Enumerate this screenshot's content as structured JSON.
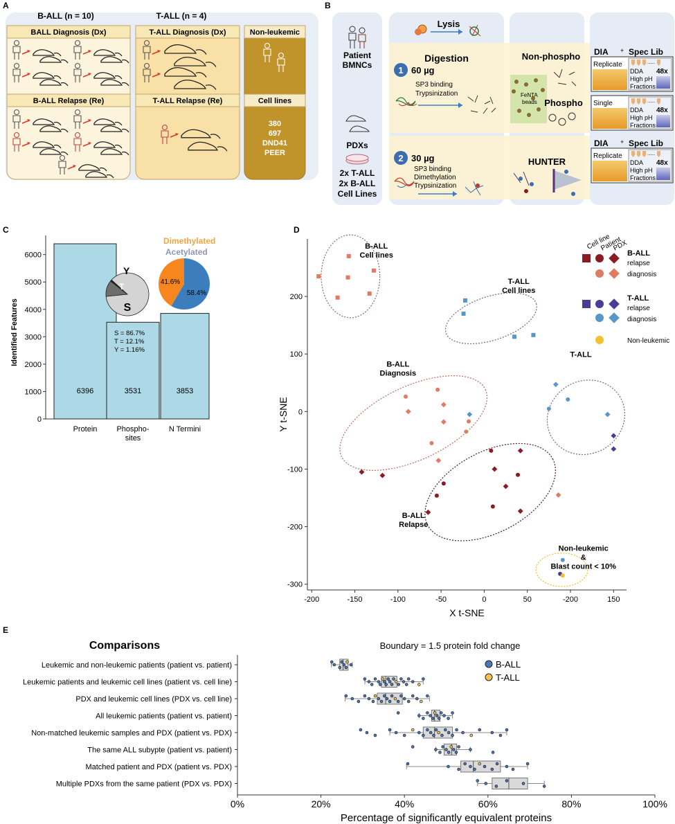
{
  "panelA": {
    "letter": "A",
    "ball_header": "B-ALL (n = 10)",
    "tall_header": "T-ALL (n = 4)",
    "ball_dx": "BALL Diagnosis (Dx)",
    "ball_re": "B-ALL Relapse (Re)",
    "tall_dx": "T-ALL Diagnosis (Dx)",
    "tall_re": "T-ALL Relapse (Re)",
    "nonleuk": "Non-leukemic",
    "celllines": "Cell lines",
    "lines": [
      "380",
      "697",
      "DND41",
      "PEER"
    ]
  },
  "panelB": {
    "letter": "B",
    "lysis": "Lysis",
    "patient1": "Patient",
    "patient2": "BMNCs",
    "pdxs": "PDXs",
    "cl1": "2x T-ALL",
    "cl2": "2x B-ALL",
    "cl3": "Cell Lines",
    "digestion": "Digestion",
    "step1_num": "1",
    "step1_amt": "60 µg",
    "step1_a": "SP3 binding",
    "step1_b": "Trypsinization",
    "step2_num": "2",
    "step2_amt": "30 µg",
    "step2_a": "SP3 binding",
    "step2_b": "Dimethylation",
    "step2_c": "Trypsinization",
    "nonphospho": "Non-phospho",
    "fenta1": "FeNTA",
    "fenta2": "beads",
    "phospho": "Phospho",
    "hunter": "HUNTER",
    "dia": "DIA",
    "plus": "+",
    "speclib": "Spec Lib",
    "replicate": "Replicate",
    "single": "Single",
    "dda": "DDA",
    "highph": "High pH",
    "fractions": "Fractions",
    "x48": "48x",
    "dots": "....."
  },
  "panelC": {
    "letter": "C",
    "ylabel": "Identified Features",
    "yticks": [
      "0",
      "1000",
      "2000",
      "3000",
      "4000",
      "5000",
      "6000"
    ],
    "dimethylated": "Dimethylated",
    "acetylated": "Acetylated",
    "pie1": {
      "S": "S",
      "T": "T",
      "Y": "Y",
      "pS": 86.7,
      "pT": 12.1,
      "pY": 1.16,
      "legend": [
        "S = 86.7%",
        "T = 12.1%",
        "Y = 1.16%"
      ]
    },
    "pie2": {
      "dimethyl": 41.6,
      "acetyl": 58.4,
      "lab_d": "41.6%",
      "lab_a": "58.4%"
    },
    "colors": {
      "bar": "#add8e6",
      "dimethyl": "#f7861e",
      "acetyl": "#3c7ebd",
      "pie_grey": "#d4d4d4",
      "pie_dark": "#6d6d6d",
      "dim_txt": "#f5a43b",
      "acet_txt": "#8f96b3"
    }
  },
  "chart_data": [
    {
      "type": "bar",
      "categories": [
        "Protein",
        "Phospho-sites",
        "N Termini"
      ],
      "cat_lines": [
        [
          "Protein"
        ],
        [
          "Phospho-",
          "sites"
        ],
        [
          "N Termini"
        ]
      ],
      "values": [
        6396,
        3531,
        3853
      ],
      "labels": [
        "6396",
        "3531",
        "3853"
      ],
      "ylabel": "Identified Features",
      "ylim": [
        0,
        6700
      ]
    },
    {
      "type": "scatter",
      "xlabel": "X t-SNE",
      "ylabel": "Y t-SNE",
      "xticks": [
        -200,
        -150,
        -100,
        -50,
        0,
        50,
        100,
        150
      ],
      "xtick_labels": [
        "-200",
        "-150",
        "-100",
        "-50",
        "0",
        "50",
        "-200",
        "150"
      ],
      "yticks": [
        -300,
        -200,
        -100,
        0,
        100,
        200
      ],
      "xlim": [
        -205,
        165
      ],
      "ylim": [
        -310,
        300
      ],
      "legend": {
        "cell_line": "Cell line",
        "patient": "Patient",
        "pdx": "PDX",
        "ball": "B-ALL",
        "tall": "T-ALL",
        "relapse": "relapse",
        "diagnosis": "diagnosis",
        "nonleuk": "Non-leukemic"
      },
      "colors": {
        "ball_rel": "#8b1a24",
        "ball_dx": "#e07b64",
        "tall_rel": "#4a3d96",
        "tall_dx": "#5796c7",
        "nonleuk": "#f3c033"
      },
      "groups": [
        "B-ALL Cell lines",
        "T-ALL Cell lines",
        "B-ALL Diagnosis",
        "T-ALL",
        "B-ALL Relapse",
        "Non-leukemic & Blast count < 10%"
      ],
      "group_labels": [
        [
          "B-ALL",
          "Cell lines"
        ],
        [
          "T-ALL",
          "Cell lines"
        ],
        [
          "B-ALL",
          "Diagnosis"
        ],
        [
          "T-ALL"
        ],
        [
          "B-ALL",
          "Relapse"
        ],
        [
          "Non-leukemic",
          "&",
          "Blast count < 10%"
        ]
      ],
      "points": [
        {
          "x": -157,
          "y": 270,
          "t": "ball_dx_cl"
        },
        {
          "x": -128,
          "y": 245,
          "t": "ball_dx_cl"
        },
        {
          "x": -192,
          "y": 235,
          "t": "ball_dx_cl"
        },
        {
          "x": -158,
          "y": 233,
          "t": "ball_dx_cl"
        },
        {
          "x": -133,
          "y": 205,
          "t": "ball_dx_cl"
        },
        {
          "x": -170,
          "y": 198,
          "t": "ball_dx_cl"
        },
        {
          "x": -22,
          "y": 193,
          "t": "tall_dx_cl"
        },
        {
          "x": -24,
          "y": 170,
          "t": "tall_dx_cl"
        },
        {
          "x": 35,
          "y": 130,
          "t": "tall_dx_cl"
        },
        {
          "x": 57,
          "y": 133,
          "t": "tall_dx_cl"
        },
        {
          "x": -91,
          "y": 26,
          "t": "ball_dx_p"
        },
        {
          "x": -54,
          "y": 38,
          "t": "ball_dx_p"
        },
        {
          "x": -61,
          "y": -55,
          "t": "ball_dx_p"
        },
        {
          "x": -21,
          "y": -35,
          "t": "ball_dx_p"
        },
        {
          "x": -18,
          "y": -17,
          "t": "ball_dx_p"
        },
        {
          "x": -88,
          "y": 0,
          "t": "ball_dx_x"
        },
        {
          "x": -47,
          "y": 12,
          "t": "ball_dx_x"
        },
        {
          "x": -47,
          "y": -18,
          "t": "ball_dx_x"
        },
        {
          "x": -53,
          "y": -85,
          "t": "ball_dx_x"
        },
        {
          "x": -17,
          "y": -5,
          "t": "tall_dx_x"
        },
        {
          "x": -142,
          "y": -105,
          "t": "ball_rel_x"
        },
        {
          "x": -118,
          "y": -111,
          "t": "ball_rel_x"
        },
        {
          "x": 8,
          "y": -68,
          "t": "ball_rel_p"
        },
        {
          "x": 42,
          "y": -68,
          "t": "ball_rel_x"
        },
        {
          "x": 12,
          "y": -100,
          "t": "ball_rel_x"
        },
        {
          "x": 39,
          "y": -110,
          "t": "ball_rel_p"
        },
        {
          "x": -47,
          "y": -125,
          "t": "ball_rel_p"
        },
        {
          "x": -55,
          "y": -146,
          "t": "ball_rel_p"
        },
        {
          "x": 25,
          "y": -130,
          "t": "ball_rel_x"
        },
        {
          "x": -65,
          "y": -175,
          "t": "ball_rel_x"
        },
        {
          "x": 10,
          "y": -165,
          "t": "ball_rel_p"
        },
        {
          "x": 42,
          "y": -173,
          "t": "ball_rel_x"
        },
        {
          "x": 86,
          "y": -145,
          "t": "ball_dx_x"
        },
        {
          "x": 83,
          "y": 47,
          "t": "tall_dx_x"
        },
        {
          "x": 97,
          "y": 21,
          "t": "tall_dx_p"
        },
        {
          "x": 75,
          "y": 5,
          "t": "tall_dx_p"
        },
        {
          "x": 143,
          "y": -5,
          "t": "tall_dx_x"
        },
        {
          "x": 150,
          "y": -42,
          "t": "tall_rel_x"
        },
        {
          "x": 150,
          "y": -65,
          "t": "tall_rel_x"
        },
        {
          "x": 88,
          "y": -282,
          "t": "tall_rel_p"
        },
        {
          "x": 91,
          "y": -258,
          "t": "tall_dx_p"
        },
        {
          "x": 91,
          "y": -285,
          "t": "nonleuk"
        }
      ]
    },
    {
      "type": "boxplot",
      "title": "Boundary = 1.5 protein fold change",
      "header": "Comparisons",
      "xlabel": "Percentage of significantly equivalent proteins",
      "xticks": [
        "0%",
        "20%",
        "40%",
        "60%",
        "80%",
        "100%"
      ],
      "xlim": [
        0,
        100
      ],
      "legend": [
        "B-ALL",
        "T-ALL"
      ],
      "colors": {
        "ball": "#4a78b8",
        "tall": "#f3c54f",
        "box": "#d9d9d9"
      },
      "rows": [
        {
          "label": "Leukemic and non-leukemic patients (patient vs. patient)",
          "min": 22.5,
          "q1": 24.5,
          "med": 25.3,
          "q3": 26.5,
          "max": 27.5,
          "pts": [
            22.6,
            23.2,
            24.5,
            25.0,
            25.5,
            26.0,
            26.3,
            27.2
          ]
        },
        {
          "label": "Leukemic patients and leukemic cell lines (patient vs. cell line)",
          "min": 30.5,
          "q1": 34.5,
          "med": 35.5,
          "q3": 38.2,
          "max": 44.5,
          "pts": [
            30.5,
            31.5,
            32.2,
            33.0,
            33.8,
            34.2,
            34.8,
            35.2,
            35.6,
            36.1,
            36.5,
            37.0,
            37.4,
            38.0,
            38.6,
            39.2,
            39.8,
            40.5,
            41.0,
            42.0,
            43.5,
            44.5
          ]
        },
        {
          "label": "PDX and leukemic cell lines (PDX vs. cell line)",
          "min": 25.8,
          "q1": 33.5,
          "med": 35.5,
          "q3": 39.5,
          "max": 46.0,
          "pts": [
            26.0,
            27.5,
            29.0,
            30.5,
            31.5,
            32.5,
            33.0,
            33.8,
            34.5,
            35.2,
            35.8,
            36.5,
            37.0,
            37.8,
            38.5,
            39.2,
            40.0,
            41.0,
            42.0,
            43.0,
            44.0,
            45.5
          ]
        },
        {
          "label": "All leukemic patients (patient vs. patient)",
          "min": 43.5,
          "q1": 46.5,
          "med": 47.2,
          "q3": 48.5,
          "max": 51.5,
          "pts": [
            38.5,
            43.5,
            44.5,
            45.5,
            46.2,
            46.8,
            47.3,
            47.8,
            48.3,
            48.8,
            49.5,
            50.5,
            51.5
          ]
        },
        {
          "label": "Non-matched leukemic samples and PDX (patient vs. PDX)",
          "min": 36.5,
          "q1": 44.5,
          "med": 47.2,
          "q3": 51.5,
          "max": 64.5,
          "pts": [
            29.5,
            31.0,
            33.0,
            36.5,
            38.0,
            40.0,
            42.0,
            43.5,
            44.5,
            45.5,
            46.3,
            47.0,
            47.6,
            48.2,
            49.0,
            49.8,
            50.6,
            51.5,
            52.5,
            54.0,
            56.0,
            58.0,
            61.0,
            63.0,
            64.5
          ]
        },
        {
          "label": "The same ALL subypte (patient vs. patient)",
          "min": 47.5,
          "q1": 49.5,
          "med": 51.3,
          "q3": 52.5,
          "max": 55.8,
          "pts": [
            42.0,
            47.5,
            48.5,
            49.2,
            50.0,
            50.6,
            51.2,
            51.8,
            52.4,
            53.0,
            55.8,
            61.2
          ]
        },
        {
          "label": "Matched patient and PDX (patient vs. PDX)",
          "min": 40.5,
          "q1": 53.5,
          "med": 56.5,
          "q3": 63.0,
          "max": 69.5,
          "pts": [
            40.8,
            50.5,
            53.0,
            54.5,
            55.8,
            56.8,
            58.0,
            59.2,
            61.0,
            62.2,
            64.5,
            66.0,
            69.5
          ]
        },
        {
          "label": "Multiple PDXs from the same patient (PDX vs. PDX)",
          "min": 57.5,
          "q1": 61.0,
          "med": 65.0,
          "q3": 69.5,
          "max": 73.5,
          "pts": [
            57.5,
            59.5,
            62.0,
            64.5,
            68.5,
            73.5
          ]
        }
      ]
    }
  ],
  "panelD": {
    "letter": "D"
  },
  "panelE": {
    "letter": "E"
  }
}
